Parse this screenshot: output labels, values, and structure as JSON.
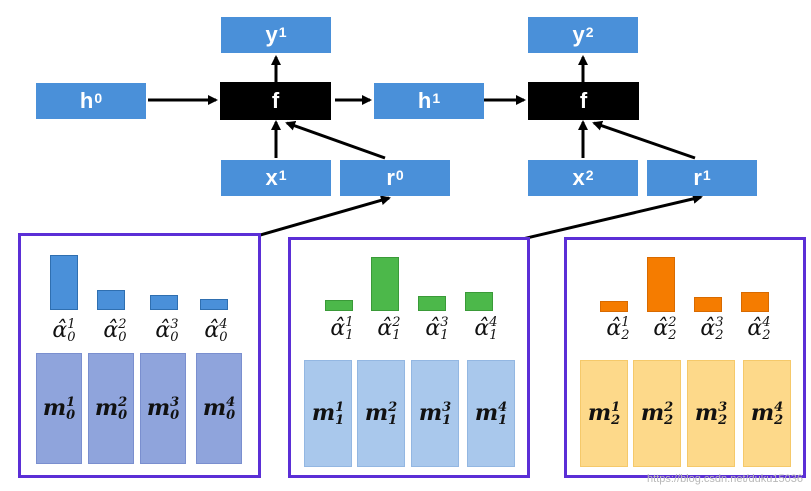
{
  "nodes": {
    "y1": {
      "label": "y",
      "sup": "1"
    },
    "y2": {
      "label": "y",
      "sup": "2"
    },
    "h0": {
      "label": "h",
      "sup": "0"
    },
    "h1": {
      "label": "h",
      "sup": "1"
    },
    "f1": {
      "label": "f"
    },
    "f2": {
      "label": "f"
    },
    "x1": {
      "label": "x",
      "sup": "1"
    },
    "x2": {
      "label": "x",
      "sup": "2"
    },
    "r0": {
      "label": "r",
      "sup": "0"
    },
    "r1": {
      "label": "r",
      "sup": "1"
    }
  },
  "panels": [
    {
      "bar_color": "#4a90d9",
      "bar_border": "#2f6fb0",
      "mem_color": "#8fa4dc",
      "mem_border": "#7a8fcf",
      "bar_levels": [
        1.0,
        0.36,
        0.28,
        0.2
      ],
      "alphas": [
        {
          "base": "α̂",
          "sub": "0",
          "sup": "1"
        },
        {
          "base": "α̂",
          "sub": "0",
          "sup": "2"
        },
        {
          "base": "α̂",
          "sub": "0",
          "sup": "3"
        },
        {
          "base": "α̂",
          "sub": "0",
          "sup": "4"
        }
      ],
      "memories": [
        {
          "base": "m",
          "sub": "0",
          "sup": "1"
        },
        {
          "base": "m",
          "sub": "0",
          "sup": "2"
        },
        {
          "base": "m",
          "sub": "0",
          "sup": "3"
        },
        {
          "base": "m",
          "sub": "0",
          "sup": "4"
        }
      ]
    },
    {
      "bar_color": "#4cb84a",
      "bar_border": "#3a9a38",
      "mem_color": "#a9c8ec",
      "mem_border": "#93b7e2",
      "bar_levels": [
        0.2,
        1.0,
        0.28,
        0.36
      ],
      "alphas": [
        {
          "base": "α̂",
          "sub": "1",
          "sup": "1"
        },
        {
          "base": "α̂",
          "sub": "1",
          "sup": "2"
        },
        {
          "base": "α̂",
          "sub": "1",
          "sup": "3"
        },
        {
          "base": "α̂",
          "sub": "1",
          "sup": "4"
        }
      ],
      "memories": [
        {
          "base": "m",
          "sub": "1",
          "sup": "1"
        },
        {
          "base": "m",
          "sub": "1",
          "sup": "2"
        },
        {
          "base": "m",
          "sub": "1",
          "sup": "3"
        },
        {
          "base": "m",
          "sub": "1",
          "sup": "4"
        }
      ]
    },
    {
      "bar_color": "#f57c00",
      "bar_border": "#d86a00",
      "mem_color": "#fdd98a",
      "mem_border": "#f5c96a",
      "bar_levels": [
        0.2,
        1.0,
        0.28,
        0.36
      ],
      "alphas": [
        {
          "base": "α̂",
          "sub": "2",
          "sup": "1"
        },
        {
          "base": "α̂",
          "sub": "2",
          "sup": "2"
        },
        {
          "base": "α̂",
          "sub": "2",
          "sup": "3"
        },
        {
          "base": "α̂",
          "sub": "2",
          "sup": "4"
        }
      ],
      "memories": [
        {
          "base": "m",
          "sub": "2",
          "sup": "1"
        },
        {
          "base": "m",
          "sub": "2",
          "sup": "2"
        },
        {
          "base": "m",
          "sub": "2",
          "sup": "3"
        },
        {
          "base": "m",
          "sub": "2",
          "sup": "4"
        }
      ]
    }
  ],
  "watermark": "https://blog.csdn.net/duku15036"
}
